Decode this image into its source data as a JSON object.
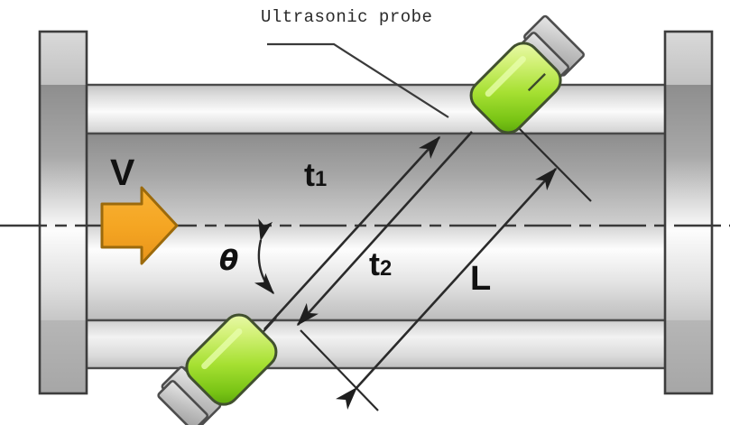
{
  "figure": {
    "title": "Ultrasonic transit-time flowmeter pipe cross-section",
    "type": "technical-diagram"
  },
  "labels": {
    "probe_callout": "Ultrasonic probe",
    "velocity": "V",
    "angle": "θ",
    "transit_time_1": "t",
    "transit_time_1_sub": "1",
    "transit_time_2": "t",
    "transit_time_2_sub": "2",
    "path_length": "L"
  },
  "colors": {
    "probe_body_light": "#d6f27a",
    "probe_body_mid": "#9fdd2e",
    "probe_body_dark": "#63b411",
    "probe_outline": "#3f4a33",
    "probe_cap_light": "#e2e2e2",
    "probe_cap_mid": "#b4b4b4",
    "probe_cap_outline": "#4d4d4d",
    "arrow_fill": "#f5a623",
    "arrow_stroke": "#9c6a0b",
    "pipe_wall_light": "#fbfbfb",
    "pipe_wall_mid": "#c9c9c9",
    "pipe_bore_dark": "#8f8f8f",
    "pipe_bore_light": "#fdfdfd",
    "flange_light": "#d8d8d8",
    "flange_mid": "#a8a8a8",
    "outline": "#3d3d3d",
    "line": "#3a3a3a",
    "text": "#151515",
    "background": "#ffffff"
  },
  "components": {
    "flange_left": "left-flange",
    "flange_right": "right-flange",
    "pipe_wall_top": "top-pipe-wall",
    "pipe_wall_bottom": "bottom-pipe-wall",
    "pipe_bore": "pipe-bore",
    "centerline": "pipe-centerline",
    "probe_top": "upstream-ultrasonic-probe",
    "probe_bottom": "downstream-ultrasonic-probe",
    "flow_arrow": "flow-direction-arrow",
    "beam_t1": "upstream-beam-path",
    "beam_t2": "downstream-beam-path",
    "dimension_l": "path-length-dimension",
    "angle_arc": "incidence-angle-arc",
    "callout_leader": "probe-callout-leader"
  }
}
